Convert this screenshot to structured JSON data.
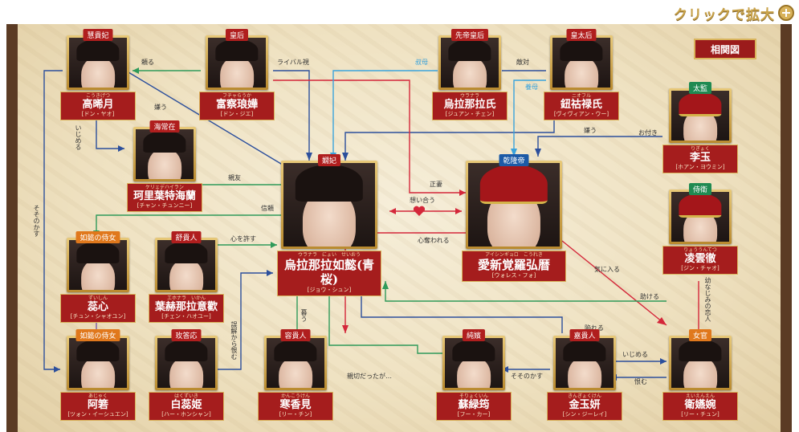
{
  "header": {
    "button_label": "クリックで拡大"
  },
  "legend": "相関図",
  "people": [
    {
      "id": "gao",
      "role": "慧貴妃",
      "furi": "こうきげつ",
      "name": "高晞月",
      "romaji": "[ドン・ヤオ]"
    },
    {
      "id": "fucha",
      "role": "皇后",
      "furi": "フチャらうか",
      "name": "富察琅嬅",
      "romaji": "[ドン・ジエ]"
    },
    {
      "id": "haichang",
      "role": "海常在",
      "furi": "ケリェデハイラン",
      "name": "珂里葉特海蘭",
      "romaji": "[チャン・チュンニー]"
    },
    {
      "id": "xiandi",
      "role": "先帝皇后",
      "furi": "ウラナラ",
      "name": "烏拉那拉氏",
      "romaji": "[ジュアン・チェン]"
    },
    {
      "id": "taihou",
      "role": "皇太后",
      "furi": "ニオフル",
      "name": "鈕祜禄氏",
      "romaji": "[ヴィヴィアン・ウー]"
    },
    {
      "id": "liyu",
      "role": "太監",
      "furi": "りぎょく",
      "name": "李玉",
      "romaji": "[ホアン・ヨウミン]"
    },
    {
      "id": "ruyi",
      "role": "嫺妃",
      "furi": "ウラナラ　にょい　せいおう",
      "name": "烏拉那拉如懿(青桜)",
      "romaji": "[ジョウ・シュン]"
    },
    {
      "id": "hongli",
      "role": "乾隆帝",
      "furi": "アイシンギョロ　こうれき",
      "name": "愛新覚羅弘暦",
      "romaji": "[ウォレス・フォ]"
    },
    {
      "id": "ling",
      "role": "侍衛",
      "furi": "りょううんてつ",
      "name": "凌雲徹",
      "romaji": "[ジン・チャオ]"
    },
    {
      "id": "ruixin",
      "role": "如懿の侍女",
      "furi": "ずいしん",
      "name": "蕊心",
      "romaji": "[チュン・シャオユン]"
    },
    {
      "id": "yehe",
      "role": "舒貴人",
      "furi": "エホナラ　いかん",
      "name": "葉赫那拉意歡",
      "romaji": "[チェン・ハオユー]"
    },
    {
      "id": "aruo",
      "role": "如懿の侍女",
      "furi": "あじゃく",
      "name": "阿箬",
      "romaji": "[ツォン・イーシュエン]"
    },
    {
      "id": "bairui",
      "role": "玫答応",
      "furi": "はくずいき",
      "name": "白蕊姫",
      "romaji": "[ハー・ホンシャン]"
    },
    {
      "id": "hanxiang",
      "role": "容貴人",
      "furi": "かんこうけん",
      "name": "寒香見",
      "romaji": "[リー・チン]"
    },
    {
      "id": "su",
      "role": "純嬪",
      "furi": "そりょくいん",
      "name": "蘇緑筠",
      "romaji": "[フー・カー]"
    },
    {
      "id": "jin",
      "role": "嘉貴人",
      "furi": "きんぎょくけん",
      "name": "金玉妍",
      "romaji": "[シン・ジーレイ]"
    },
    {
      "id": "wei",
      "role": "女官",
      "furi": "えいえんえん",
      "name": "衛嬿婉",
      "romaji": "[リー・チュン]"
    }
  ],
  "relations": {
    "r1": "頼る",
    "r2": "ライバル視",
    "r3": "叔母",
    "r4": "敵対",
    "r5": "嫌う",
    "r6": "いじめる",
    "r7": "養母",
    "r8": "嫌う",
    "r9": "お付き",
    "r10": "親友",
    "r11": "正妻",
    "r12": "信頼",
    "r13": "想い合う",
    "r14": "そそのかす",
    "r15": "心を許す",
    "r16": "心奪われる",
    "r17": "気に入る",
    "r18": "幼なじみの恋人",
    "r19": "誤解から恨む",
    "r20": "暮う",
    "r21": "助ける",
    "r22": "陥れる",
    "r23": "いじめる",
    "r24": "恨む",
    "r25": "そそのかす",
    "r26": "親切だったが…"
  },
  "colors": {
    "red": "#d4273a",
    "blue": "#2c4f9c",
    "green": "#2f9a5a",
    "cyan": "#3aa3dc",
    "purple": "#7a5aa8",
    "gold": "#d9b45c"
  }
}
